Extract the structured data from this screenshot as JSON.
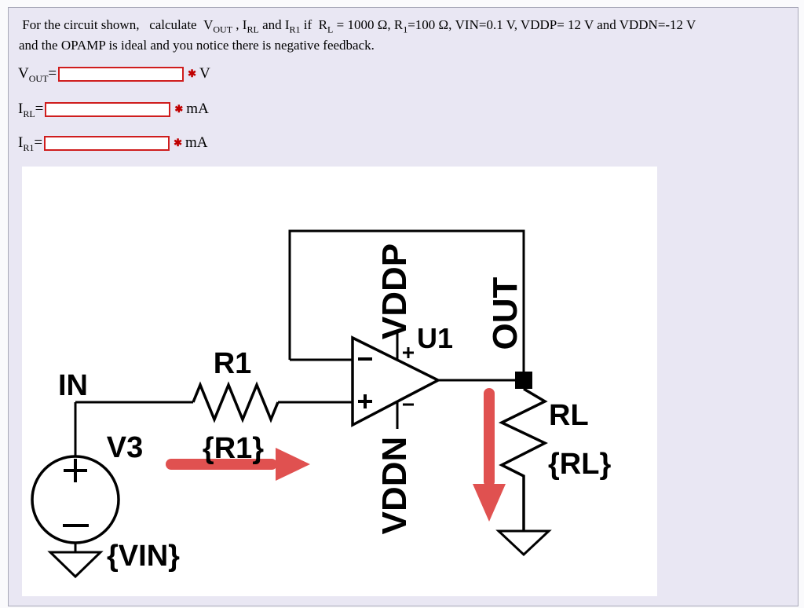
{
  "question": {
    "segments": [
      {
        "t": " For the circuit shown,   calculate  V"
      },
      {
        "t": "OUT",
        "sub": true
      },
      {
        "t": " , I"
      },
      {
        "t": "RL",
        "sub": true
      },
      {
        "t": " and I"
      },
      {
        "t": "R1",
        "sub": true
      },
      {
        "t": " if  R"
      },
      {
        "t": "L",
        "sub": true
      },
      {
        "t": " = 1000 Ω, R"
      },
      {
        "t": "1",
        "sub": true
      },
      {
        "t": "=100 Ω, VIN=0.1 V, VDDP= 12 V and VDDN=-12 V"
      },
      {
        "br": true
      },
      {
        "t": "and the OPAMP is ideal and you notice there is negative feedback."
      }
    ]
  },
  "answers": [
    {
      "label_segments": [
        {
          "t": "V"
        },
        {
          "t": "OUT",
          "sub": true
        },
        {
          "t": "="
        }
      ],
      "value": "",
      "placeholder": "",
      "required_marker": "✱",
      "unit": "V"
    },
    {
      "label_segments": [
        {
          "t": "I"
        },
        {
          "t": "RL",
          "sub": true
        },
        {
          "t": "="
        }
      ],
      "value": "",
      "placeholder": "",
      "required_marker": "✱",
      "unit": "mA"
    },
    {
      "label_segments": [
        {
          "t": "I"
        },
        {
          "t": "R1",
          "sub": true
        },
        {
          "t": "="
        }
      ],
      "value": "",
      "placeholder": "",
      "required_marker": "✱",
      "unit": "mA"
    }
  ],
  "circuit": {
    "labels": {
      "in_net": "IN",
      "r1_name": "R1",
      "r1_value": "{R1}",
      "v3_name": "V3",
      "vin_value": "{VIN}",
      "opamp_ref": "U1",
      "vddp_pin": "VDDP",
      "vddn_pin": "VDDN",
      "out_net": "OUT",
      "rl_name": "RL",
      "rl_value": "{RL}"
    },
    "colors": {
      "wire": "#000000",
      "current_arrow": "#e05150",
      "node": "#000000",
      "canvas": "#ffffff"
    }
  },
  "colors": {
    "page_background": "#e9e7f3",
    "input_border": "#cf1d1d",
    "required_marker": "#c00000",
    "text": "#000000"
  }
}
